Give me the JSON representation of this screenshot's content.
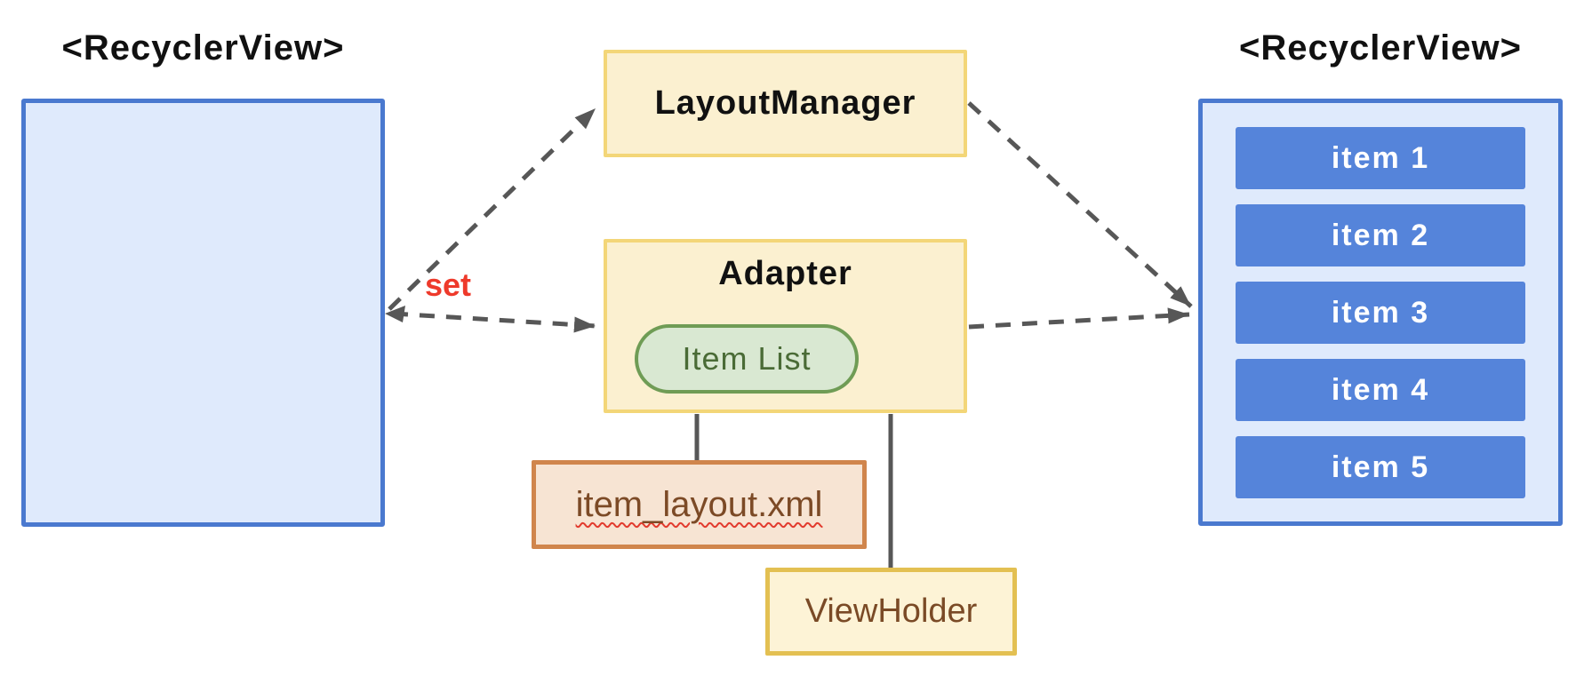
{
  "diagram": {
    "left_panel": {
      "title": "<RecyclerView>"
    },
    "right_panel": {
      "title": "<RecyclerView>",
      "items": [
        "item 1",
        "item 2",
        "item 3",
        "item 4",
        "item 5"
      ]
    },
    "layout_manager": {
      "label": "LayoutManager"
    },
    "adapter": {
      "label": "Adapter",
      "item_list_label": "Item List"
    },
    "item_layout": {
      "label": "item_layout.xml"
    },
    "view_holder": {
      "label": "ViewHolder"
    },
    "edges": {
      "set_label": "set"
    },
    "colors": {
      "panel_fill": "#dfeafc",
      "panel_border": "#4a79cf",
      "item_bar_fill": "#5584da",
      "cream_fill": "#fbf0d0",
      "cream_border": "#f3d678",
      "pill_fill": "#d9e8d2",
      "pill_border": "#6f9c55",
      "pill_text": "#4a6b36",
      "layout_xml_fill": "#f7e4d3",
      "layout_xml_border": "#d0854c",
      "brown_text": "#7a4a26",
      "viewholder_border": "#e3c052",
      "connector": "#575757",
      "set_label_color": "#ee3a2b",
      "squiggle_color": "#e23b2e"
    }
  }
}
